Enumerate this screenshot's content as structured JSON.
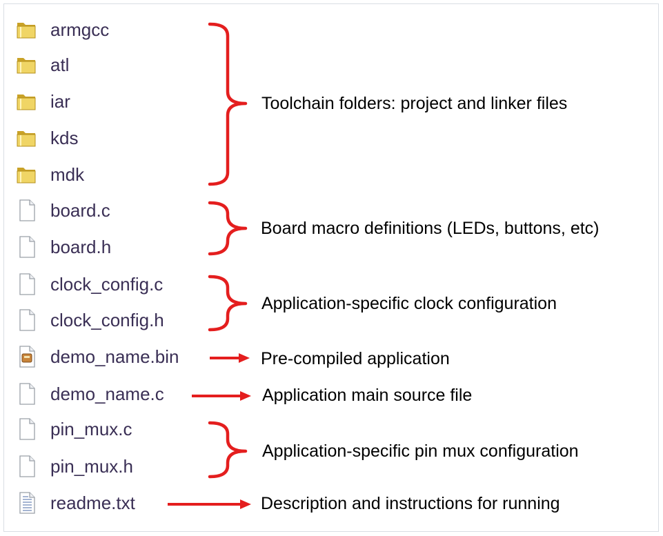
{
  "colors": {
    "accent": "#e41e1e",
    "file_text": "#3a2f55",
    "annotation_text": "#000000"
  },
  "files": [
    {
      "name": "armgcc",
      "icon": "folder-icon"
    },
    {
      "name": "atl",
      "icon": "folder-icon"
    },
    {
      "name": "iar",
      "icon": "folder-icon"
    },
    {
      "name": "kds",
      "icon": "folder-icon"
    },
    {
      "name": "mdk",
      "icon": "folder-icon"
    },
    {
      "name": "board.c",
      "icon": "file-icon"
    },
    {
      "name": "board.h",
      "icon": "file-icon"
    },
    {
      "name": "clock_config.c",
      "icon": "file-icon"
    },
    {
      "name": "clock_config.h",
      "icon": "file-icon"
    },
    {
      "name": "demo_name.bin",
      "icon": "binary-file-icon"
    },
    {
      "name": "demo_name.c",
      "icon": "file-icon"
    },
    {
      "name": "pin_mux.c",
      "icon": "file-icon"
    },
    {
      "name": "pin_mux.h",
      "icon": "file-icon"
    },
    {
      "name": "readme.txt",
      "icon": "text-file-icon"
    }
  ],
  "annotations": [
    {
      "text": "Toolchain folders: project and linker files",
      "marker": "bracket"
    },
    {
      "text": "Board macro definitions (LEDs, buttons, etc)",
      "marker": "bracket"
    },
    {
      "text": "Application-specific clock configuration",
      "marker": "bracket"
    },
    {
      "text": "Pre-compiled application",
      "marker": "arrow"
    },
    {
      "text": "Application main source file",
      "marker": "arrow"
    },
    {
      "text": "Application-specific pin mux configuration",
      "marker": "bracket"
    },
    {
      "text": "Description and instructions for running",
      "marker": "arrow"
    }
  ]
}
